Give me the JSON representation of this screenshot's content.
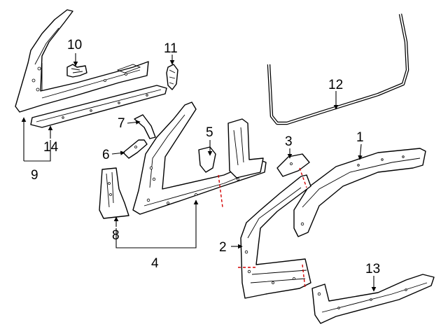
{
  "callouts": {
    "c1": "1",
    "c2": "2",
    "c3": "3",
    "c4": "4",
    "c5": "5",
    "c6": "6",
    "c7": "7",
    "c8": "8",
    "c9": "9",
    "c10": "10",
    "c11": "11",
    "c12": "12",
    "c13": "13",
    "c14": "14"
  },
  "colors": {
    "line": "#000000",
    "cut_line": "#d40000",
    "background": "#ffffff"
  }
}
